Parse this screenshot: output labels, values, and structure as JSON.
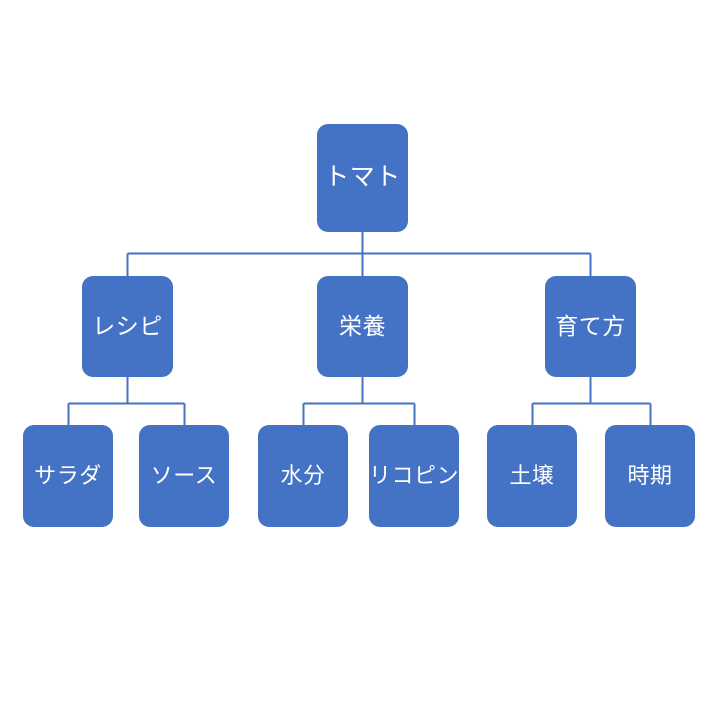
{
  "diagram": {
    "type": "tree-hierarchy",
    "orientation": "top-down",
    "background_color": "#FFFFFF",
    "node_fill_color": "#4472C4",
    "node_text_color": "#FFFFFF",
    "connector_color": "#4472C4",
    "root": {
      "id": "root",
      "label": "トマト"
    },
    "level2": [
      {
        "id": "recipe",
        "label": "レシピ"
      },
      {
        "id": "nutrition",
        "label": "栄養"
      },
      {
        "id": "growing",
        "label": "育て方"
      }
    ],
    "level3": [
      {
        "id": "salad",
        "label": "サラダ",
        "parent": "recipe"
      },
      {
        "id": "sauce",
        "label": "ソース",
        "parent": "recipe"
      },
      {
        "id": "water",
        "label": "水分",
        "parent": "nutrition"
      },
      {
        "id": "lycopene",
        "label": "リコピン",
        "parent": "nutrition"
      },
      {
        "id": "soil",
        "label": "土壌",
        "parent": "growing"
      },
      {
        "id": "season",
        "label": "時期",
        "parent": "growing"
      }
    ]
  }
}
